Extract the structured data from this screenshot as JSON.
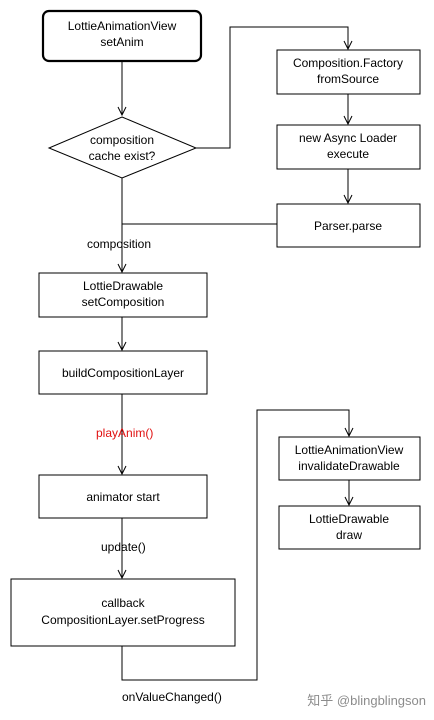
{
  "nodes": {
    "start": {
      "line1": "LottieAnimationView",
      "line2": "setAnim"
    },
    "decision": {
      "line1": "composition",
      "line2": "cache exist?"
    },
    "factory": {
      "line1": "Composition.Factory",
      "line2": "fromSource"
    },
    "async_loader": {
      "line1": "new Async Loader",
      "line2": "execute"
    },
    "parser": {
      "line1": "Parser.parse"
    },
    "drawable_set": {
      "line1": "LottieDrawable",
      "line2": "setComposition"
    },
    "build_layer": {
      "line1": "buildCompositionLayer"
    },
    "animator": {
      "line1": "animator start"
    },
    "callback": {
      "line1": "callback",
      "line2": "CompositionLayer.setProgress"
    },
    "invalidate": {
      "line1": "LottieAnimationView",
      "line2": "invalidateDrawable"
    },
    "draw": {
      "line1": "LottieDrawable",
      "line2": "draw"
    }
  },
  "edge_labels": {
    "composition": "composition",
    "play_anim": "playAnim()",
    "update": "update()",
    "on_value_changed": "onValueChanged()"
  },
  "watermark": "知乎 @blingblingson",
  "colors": {
    "stroke": "#000000",
    "highlight_text": "#e01010",
    "watermark": "#8c8c8c"
  }
}
